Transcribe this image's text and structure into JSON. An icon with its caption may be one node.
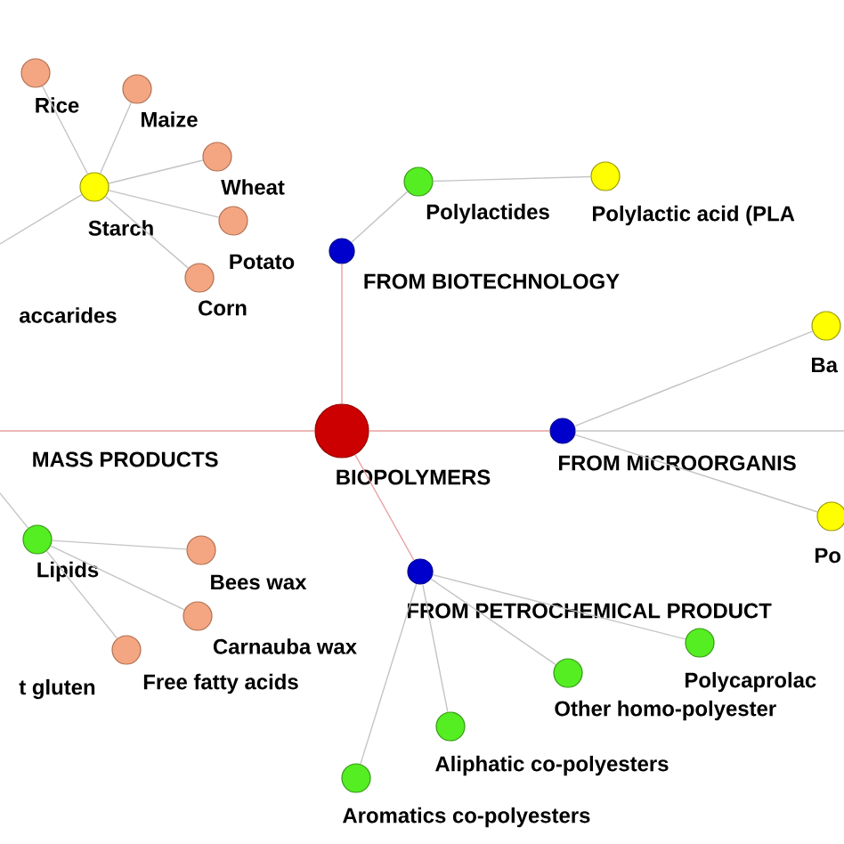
{
  "diagram": {
    "nodes": [
      {
        "text": [
          "BIOPOLYMERS"
        ]
      },
      {
        "text": [
          "FROM BIOTECHNOLOGY"
        ]
      },
      {
        "text": [
          "Polylactides"
        ]
      },
      {
        "text": [
          "Polylactic acid (PLA"
        ]
      },
      {
        "text": [
          "FROM MICROORGANIS"
        ]
      },
      {
        "text": [
          "Ba"
        ]
      },
      {
        "text": [
          "Po"
        ]
      },
      {
        "text": [
          "FROM PETROCHEMICAL PRODUCT"
        ]
      },
      {
        "text": [
          "Polycaprolac"
        ]
      },
      {
        "text": [
          "Other homo-polyester"
        ]
      },
      {
        "text": [
          "Aliphatic co-polyesters"
        ]
      },
      {
        "text": [
          "Aromatics co-polyesters"
        ]
      },
      {
        "text": [
          "Starch"
        ]
      },
      {
        "text": [
          "Rice"
        ]
      },
      {
        "text": [
          "Maize"
        ]
      },
      {
        "text": [
          "Wheat"
        ]
      },
      {
        "text": [
          "Potato"
        ]
      },
      {
        "text": [
          "Corn"
        ]
      },
      {
        "text": [
          "Lipids"
        ]
      },
      {
        "text": [
          "Bees wax"
        ]
      },
      {
        "text": [
          "Carnauba wax"
        ]
      },
      {
        "text": [
          "Free fatty acids"
        ]
      }
    ],
    "edges": [
      {
        "from": 0,
        "to": 1,
        "arrow": "none",
        "color": "#e8a0a0"
      },
      {
        "from": 0,
        "to": 4,
        "arrow": "none",
        "color": "#e8a0a0"
      },
      {
        "from": 0,
        "to": 7,
        "arrow": "none",
        "color": "#e8a0a0"
      },
      {
        "from": 0,
        "to": null,
        "arrow": "none",
        "color": "#e8a0a0"
      },
      {
        "from": 1,
        "to": 2,
        "arrow": "none"
      },
      {
        "from": 2,
        "to": 3,
        "arrow": "none"
      },
      {
        "from": 4,
        "to": 5,
        "arrow": "none"
      },
      {
        "from": 4,
        "to": 6,
        "arrow": "none"
      },
      {
        "from": 4,
        "to": null,
        "arrow": "none"
      },
      {
        "from": 7,
        "to": 8,
        "arrow": "none"
      },
      {
        "from": 7,
        "to": 9,
        "arrow": "none"
      },
      {
        "from": 7,
        "to": 10,
        "arrow": "none"
      },
      {
        "from": 7,
        "to": 11,
        "arrow": "none"
      },
      {
        "from": 12,
        "to": 13,
        "arrow": "none"
      },
      {
        "from": 12,
        "to": 14,
        "arrow": "none"
      },
      {
        "from": 12,
        "to": 15,
        "arrow": "none"
      },
      {
        "from": 12,
        "to": 16,
        "arrow": "none"
      },
      {
        "from": 12,
        "to": 17,
        "arrow": "none"
      },
      {
        "from": 12,
        "to": null,
        "arrow": "none"
      },
      {
        "from": 18,
        "to": 19,
        "arrow": "none"
      },
      {
        "from": 18,
        "to": 20,
        "arrow": "none"
      },
      {
        "from": 18,
        "to": 21,
        "arrow": "none"
      },
      {
        "from": null,
        "to": 18,
        "arrow": "none"
      }
    ],
    "labels": [
      "accarides",
      "MASS PRODUCTS",
      "t gluten"
    ]
  }
}
